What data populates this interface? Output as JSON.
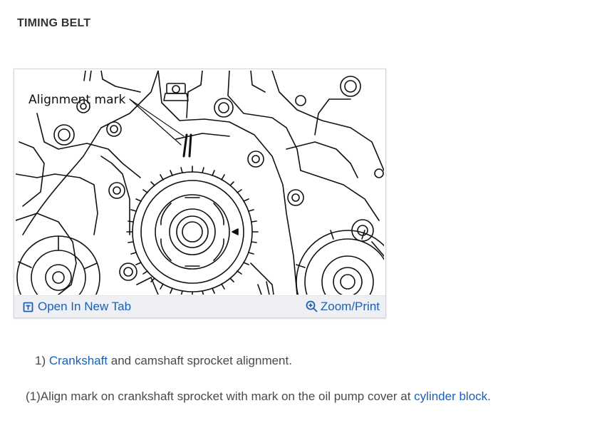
{
  "page": {
    "title": "TIMING BELT"
  },
  "figure": {
    "diagram_label": "Alignment mark",
    "open_tab_label": "Open In New Tab",
    "zoom_label": "Zoom/Print",
    "colors": {
      "link": "#1d5fb4",
      "bar_background": "#eef0f3"
    },
    "icons": {
      "open_tab": "open-in-new-tab-icon",
      "zoom": "zoom-in-icon"
    }
  },
  "steps": [
    {
      "prefix": "1) ",
      "link_text": "Crankshaft",
      "rest": " and camshaft sprocket alignment."
    },
    {
      "prefix": "(1)Align mark on crankshaft sprocket with mark on the oil pump cover at ",
      "link_text": "cylinder block",
      "rest": "."
    }
  ]
}
